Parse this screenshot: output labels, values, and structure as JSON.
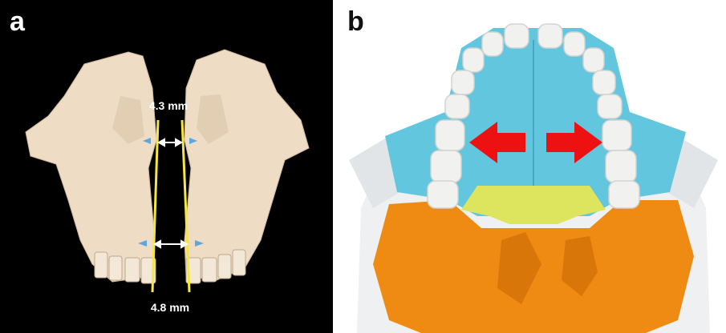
{
  "panels": [
    {
      "letter": "a",
      "top_measure": "4.3 mm",
      "bottom_measure": "4.8 mm"
    },
    {
      "letter": "b"
    }
  ],
  "colors": {
    "bone": "#efdcc4",
    "measure_line": "#f5e642",
    "arrow_small": "#5aa8e0",
    "palate": "#62c6df",
    "teeth": "#f1f1ef",
    "palatine": "#dde45e",
    "sphenoid": "#ef8a12",
    "arrow_big": "#ee1111"
  }
}
